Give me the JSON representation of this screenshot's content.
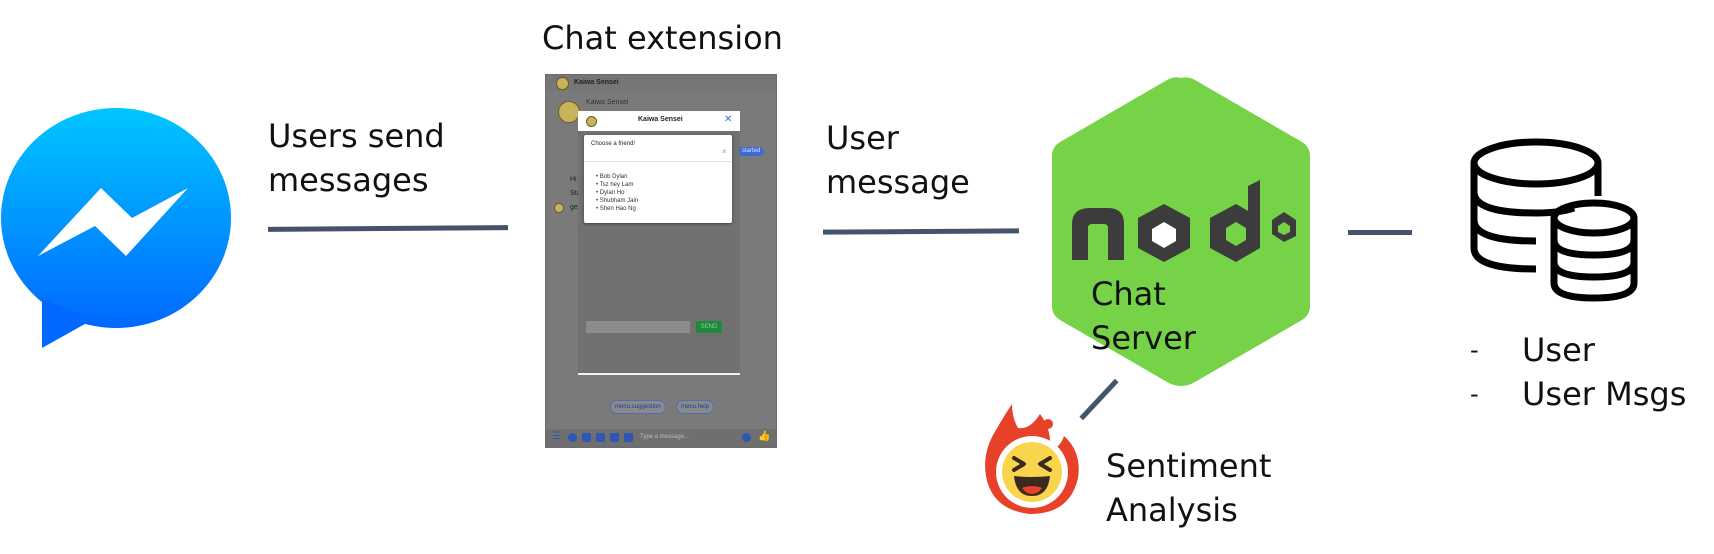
{
  "labels": {
    "chat_extension": "Chat extension",
    "users_send_line1": "Users send",
    "users_send_line2": "messages",
    "user_message_line1": "User",
    "user_message_line2": "message",
    "chat_server": "Chat Server",
    "node_logo": "node",
    "sentiment_line1": "Sentiment",
    "sentiment_line2": "Analysis",
    "db_item_dash": "-",
    "db_items": [
      "User",
      "User Msgs"
    ]
  },
  "phone": {
    "header_name": "Kaiwa Sensei",
    "sub_name": "Kaiwa Sensei",
    "dialog_title": "Kaiwa Sensei",
    "close_glyph": "✕",
    "modal_title": "Choose a friend!",
    "modal_close": "×",
    "friends": [
      "Bob Dylan",
      "Tsz hey Lam",
      "Dylan Ho",
      "Shubham Jain",
      "Shen Hao Ng"
    ],
    "send_label": "SEND",
    "started_label": "started",
    "chat_snippets": [
      "Hi T",
      "Sta",
      "gei"
    ],
    "quick_replies": [
      "menu.suggestion",
      "menu.help"
    ],
    "input_placeholder": "Type a message..."
  },
  "colors": {
    "connector": "#44546a",
    "node_green": "#76d347",
    "node_dark": "#3c3c3c",
    "messenger_top": "#00c6ff",
    "messenger_bottom": "#0068ff",
    "sentiment_red": "#e8412a",
    "sentiment_yellow": "#f8d54c"
  },
  "icons": {
    "messenger": "messenger-logo",
    "database": "database-icon",
    "sentiment": "laughing-emoji-icon"
  }
}
